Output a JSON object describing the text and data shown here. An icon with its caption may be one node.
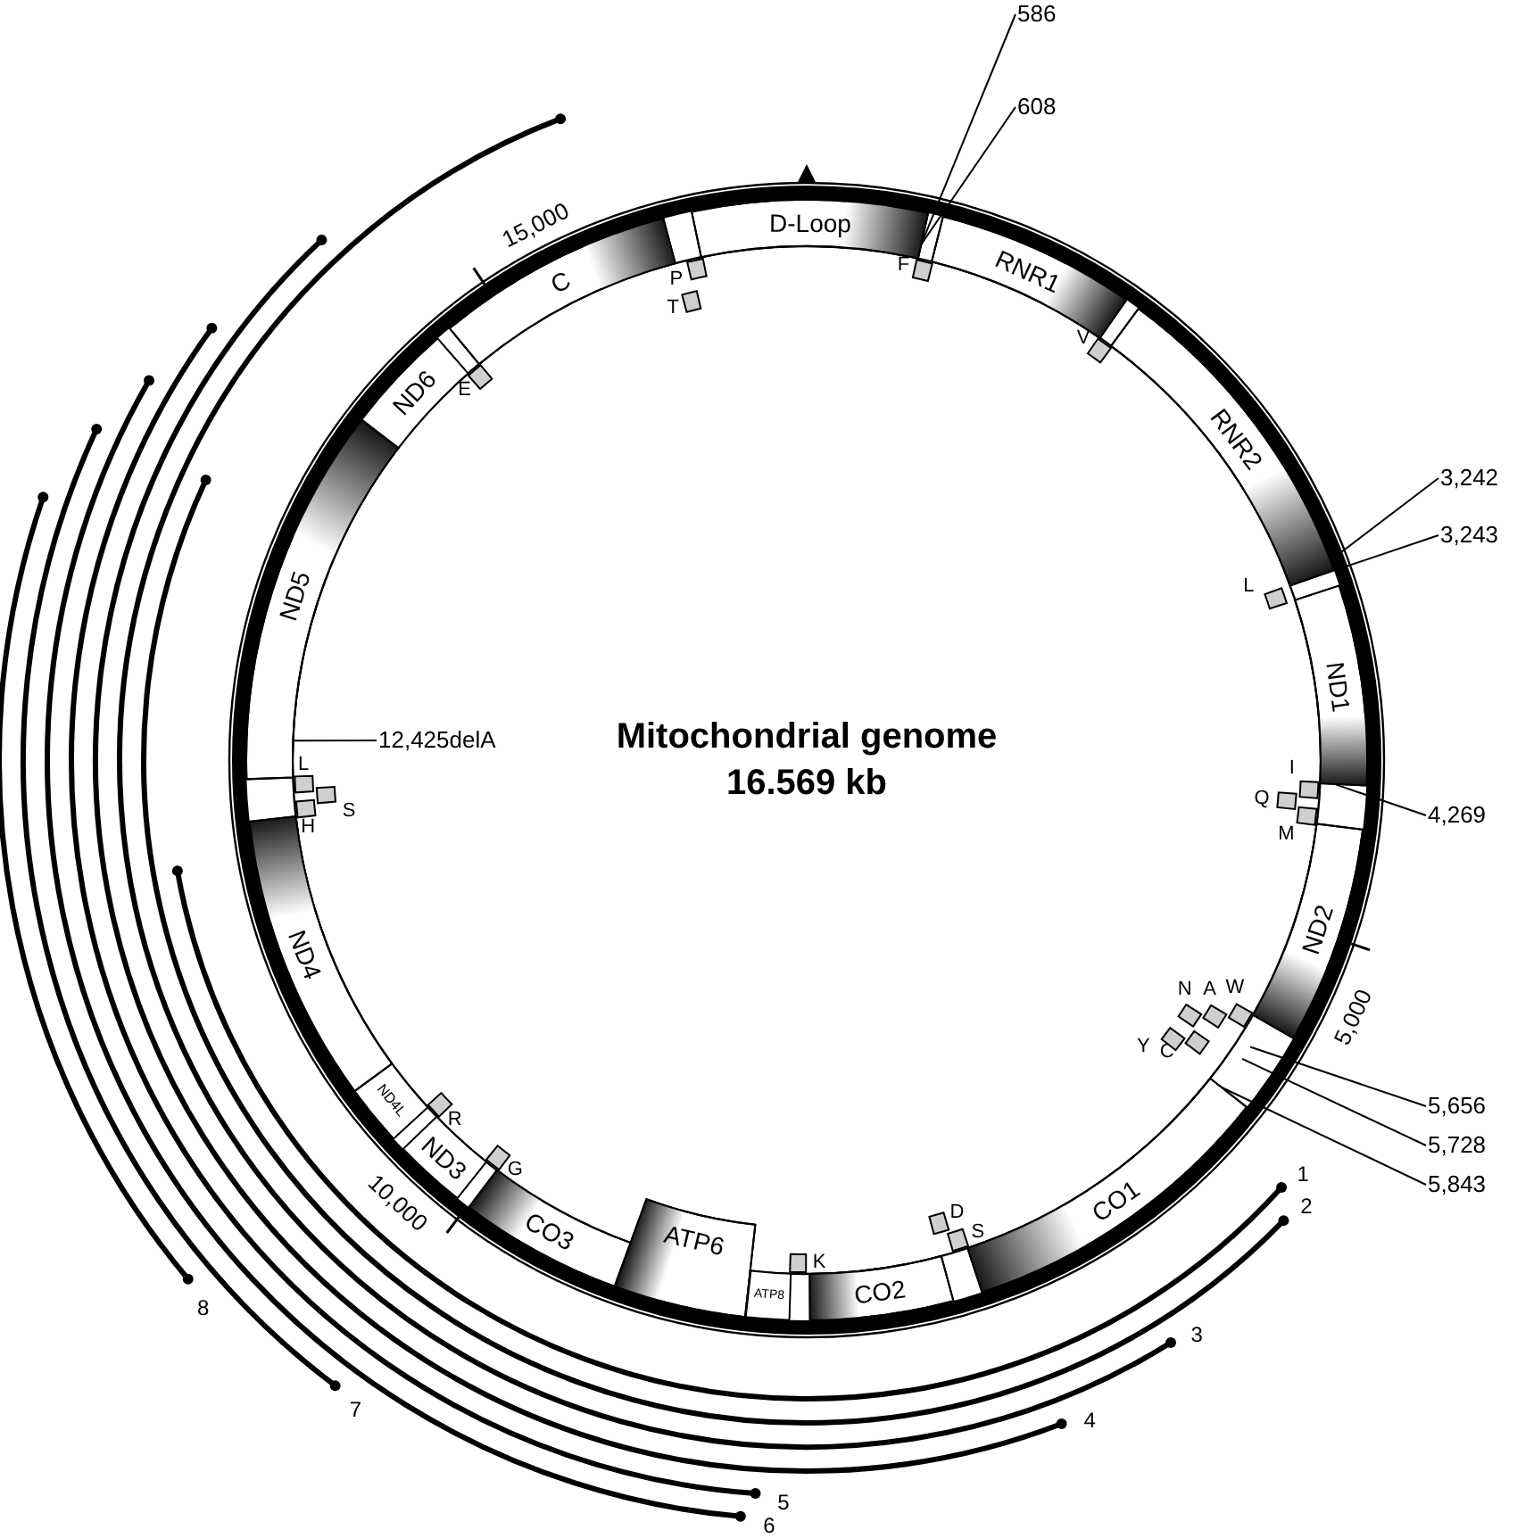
{
  "diagram": {
    "title": "Mitochondrial genome 16.569 kb",
    "nodes": [
      {
        "text": [
          "D-Loop"
        ]
      },
      {
        "text": [
          "F"
        ]
      },
      {
        "text": [
          "RNR1"
        ]
      },
      {
        "text": [
          "V"
        ]
      },
      {
        "text": [
          "RNR2"
        ]
      },
      {
        "text": [
          "L"
        ]
      },
      {
        "text": [
          "ND1"
        ]
      },
      {
        "text": [
          "I"
        ]
      },
      {
        "text": [
          "Q"
        ]
      },
      {
        "text": [
          "M"
        ]
      },
      {
        "text": [
          "ND2"
        ]
      },
      {
        "text": [
          "W"
        ]
      },
      {
        "text": [
          "A"
        ]
      },
      {
        "text": [
          "N"
        ]
      },
      {
        "text": [
          "C"
        ]
      },
      {
        "text": [
          "Y"
        ]
      },
      {
        "text": [
          "CO1"
        ]
      },
      {
        "text": [
          "S"
        ]
      },
      {
        "text": [
          "D"
        ]
      },
      {
        "text": [
          "CO2"
        ]
      },
      {
        "text": [
          "K"
        ]
      },
      {
        "text": [
          "ATP8"
        ]
      },
      {
        "text": [
          "ATP6"
        ]
      },
      {
        "text": [
          "CO3"
        ]
      },
      {
        "text": [
          "G"
        ]
      },
      {
        "text": [
          "ND3"
        ]
      },
      {
        "text": [
          "R"
        ]
      },
      {
        "text": [
          "ND4L"
        ]
      },
      {
        "text": [
          "ND4"
        ]
      },
      {
        "text": [
          "H"
        ]
      },
      {
        "text": [
          "S"
        ]
      },
      {
        "text": [
          "L"
        ]
      },
      {
        "text": [
          "ND5"
        ]
      },
      {
        "text": [
          "ND6"
        ]
      },
      {
        "text": [
          "E"
        ]
      },
      {
        "text": [
          "C"
        ]
      },
      {
        "text": [
          "T"
        ]
      },
      {
        "text": [
          "P"
        ]
      },
      {
        "text": [
          "586"
        ]
      },
      {
        "text": [
          "608"
        ]
      },
      {
        "text": [
          "3,242"
        ]
      },
      {
        "text": [
          "3,243"
        ]
      },
      {
        "text": [
          "4,269"
        ]
      },
      {
        "text": [
          "5,656"
        ]
      },
      {
        "text": [
          "5,728"
        ]
      },
      {
        "text": [
          "5,843"
        ]
      },
      {
        "text": [
          "12,425delA"
        ]
      }
    ],
    "edges": [
      {
        "from": 38,
        "to": 0,
        "arrow": "none"
      },
      {
        "from": 39,
        "to": 0,
        "arrow": "none"
      },
      {
        "from": 40,
        "to": 4,
        "arrow": "none"
      },
      {
        "from": 41,
        "to": 4,
        "arrow": "none"
      },
      {
        "from": 42,
        "to": 6,
        "arrow": "none"
      },
      {
        "from": 43,
        "to": null,
        "arrow": "none"
      },
      {
        "from": 44,
        "to": null,
        "arrow": "none"
      },
      {
        "from": 45,
        "to": 16,
        "arrow": "none"
      },
      {
        "from": 46,
        "to": 32,
        "arrow": "none"
      }
    ],
    "labels": [
      "15,000",
      "5,000",
      "1",
      "10,000",
      "2",
      "8",
      "3",
      "7",
      "4",
      "5",
      "6"
    ]
  }
}
